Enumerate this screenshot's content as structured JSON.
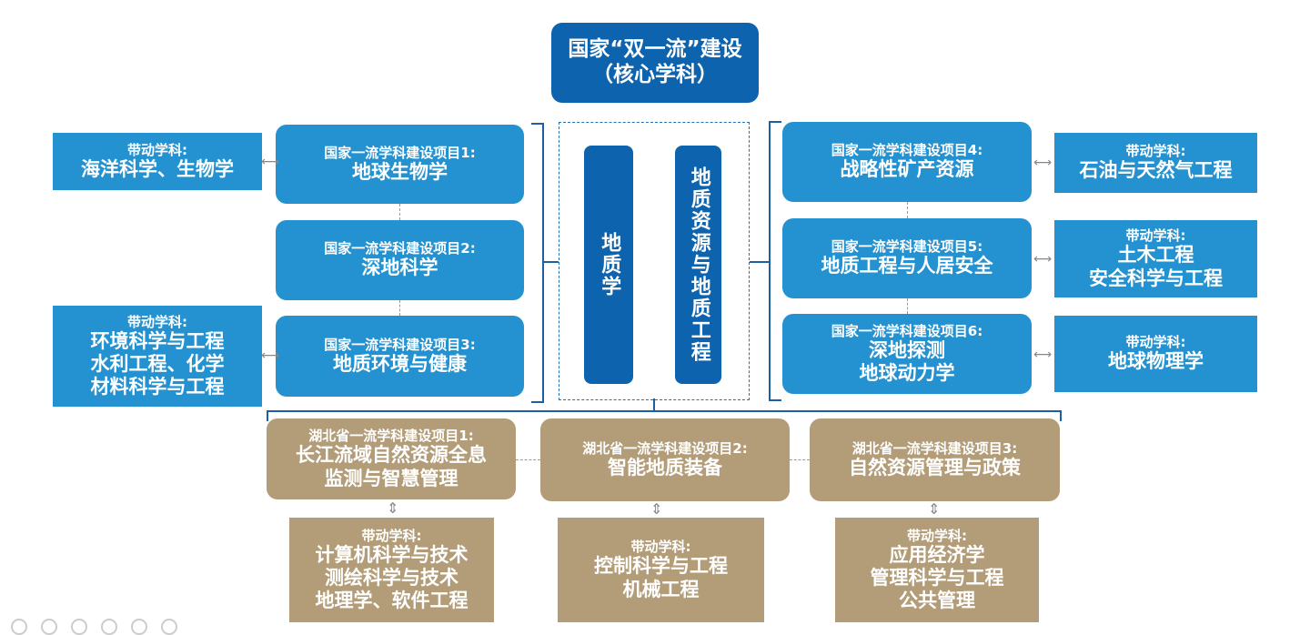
{
  "top": {
    "line1": "国家“双一流”建设",
    "line2": "（核心学科）"
  },
  "center": {
    "bar1": "地质学",
    "bar2": "地质资源与地质工程"
  },
  "national_projects": [
    {
      "label": "国家一流学科建设项目1:",
      "title": [
        "地球生物学"
      ]
    },
    {
      "label": "国家一流学科建设项目2:",
      "title": [
        "深地科学"
      ]
    },
    {
      "label": "国家一流学科建设项目3:",
      "title": [
        "地质环境与健康"
      ]
    },
    {
      "label": "国家一流学科建设项目4:",
      "title": [
        "战略性矿产资源"
      ]
    },
    {
      "label": "国家一流学科建设项目5:",
      "title": [
        "地质工程与人居安全"
      ]
    },
    {
      "label": "国家一流学科建设项目6:",
      "title": [
        "深地探测",
        "地球动力学"
      ]
    }
  ],
  "national_related": [
    {
      "label": "带动学科:",
      "items": [
        "海洋科学、生物学"
      ]
    },
    {
      "label": "带动学科:",
      "items": [
        "环境科学与工程",
        "水利工程、化学",
        "材料科学与工程"
      ]
    },
    {
      "label": "带动学科:",
      "items": [
        "石油与天然气工程"
      ]
    },
    {
      "label": "带动学科:",
      "items": [
        "土木工程",
        "安全科学与工程"
      ]
    },
    {
      "label": "带动学科:",
      "items": [
        "地球物理学"
      ]
    }
  ],
  "hubei_projects": [
    {
      "label": "湖北省一流学科建设项目1:",
      "title": [
        "长江流域自然资源全息",
        "监测与智慧管理"
      ]
    },
    {
      "label": "湖北省一流学科建设项目2:",
      "title": [
        "智能地质装备"
      ]
    },
    {
      "label": "湖北省一流学科建设项目3:",
      "title": [
        "自然资源管理与政策"
      ]
    }
  ],
  "hubei_related": [
    {
      "label": "带动学科:",
      "items": [
        "计算机科学与技术",
        "测绘科学与技术",
        "地理学、软件工程"
      ]
    },
    {
      "label": "带动学科:",
      "items": [
        "控制科学与工程",
        "机械工程"
      ]
    },
    {
      "label": "带动学科:",
      "items": [
        "应用经济学",
        "管理科学与工程",
        "公共管理"
      ]
    }
  ],
  "colors": {
    "dark_blue": "#0e63ae",
    "blue": "#2492d1",
    "tan": "#b39d79"
  }
}
